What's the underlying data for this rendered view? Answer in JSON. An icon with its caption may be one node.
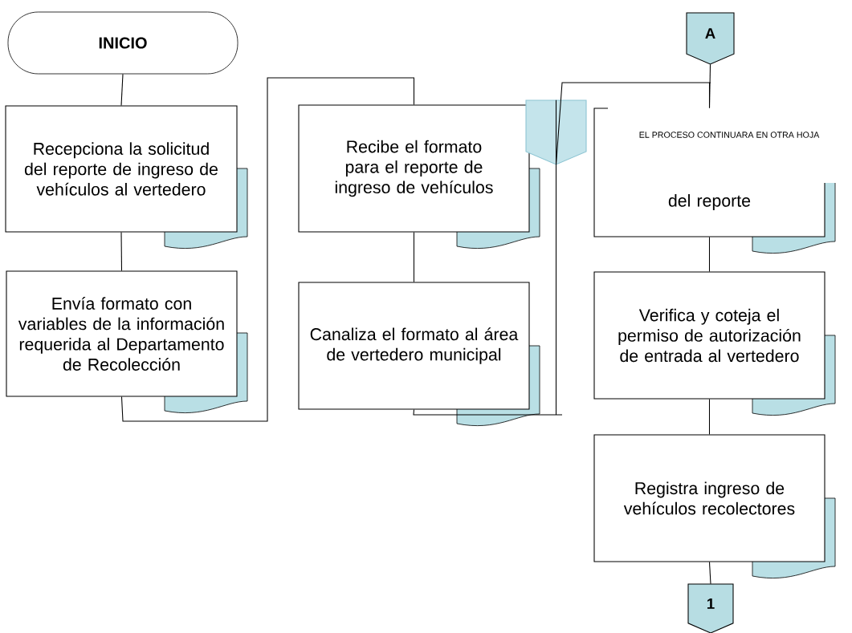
{
  "diagram": {
    "nodes": [
      {
        "text": [
          "INICIO"
        ]
      },
      {
        "text": [
          "Recepciona la solicitud del reporte de ingreso de vehículos al vertedero"
        ]
      },
      {
        "text": [
          "Envía formato con variables de la información requerida al Departamento de Recolección"
        ]
      },
      {
        "text": [
          "Recibe el formato para el reporte de ingreso de vehículos"
        ]
      },
      {
        "text": [
          "Canaliza el formato al área de vertedero municipal"
        ]
      },
      {
        "text": [
          "del reporte"
        ]
      },
      {
        "text": [
          "Verifica y coteja el permiso de autorización de entrada al vertedero"
        ]
      },
      {
        "text": [
          "Registra ingreso de vehículos recolectores"
        ]
      },
      {
        "text": [
          "A"
        ]
      },
      {
        "text": [
          "1"
        ]
      },
      {
        "text": [],
        "shape": "pentagon"
      }
    ],
    "edges": [
      {
        "from": 0,
        "to": 1,
        "arrow": "none"
      },
      {
        "from": 1,
        "to": 2,
        "arrow": "none"
      },
      {
        "from": 2,
        "to": 3,
        "arrow": "none"
      },
      {
        "from": 3,
        "to": 4,
        "arrow": "none"
      },
      {
        "from": 4,
        "to": 10,
        "arrow": "none"
      },
      {
        "from": 10,
        "to": 5,
        "arrow": "none"
      },
      {
        "from": 8,
        "to": 5,
        "arrow": "none"
      },
      {
        "from": 5,
        "to": 6,
        "arrow": "none"
      },
      {
        "from": 6,
        "to": 7,
        "arrow": "none"
      },
      {
        "from": 7,
        "to": 9,
        "arrow": "none"
      }
    ],
    "labels": [
      "EL PROCESO CONTINUARA EN OTRA HOJA"
    ]
  }
}
